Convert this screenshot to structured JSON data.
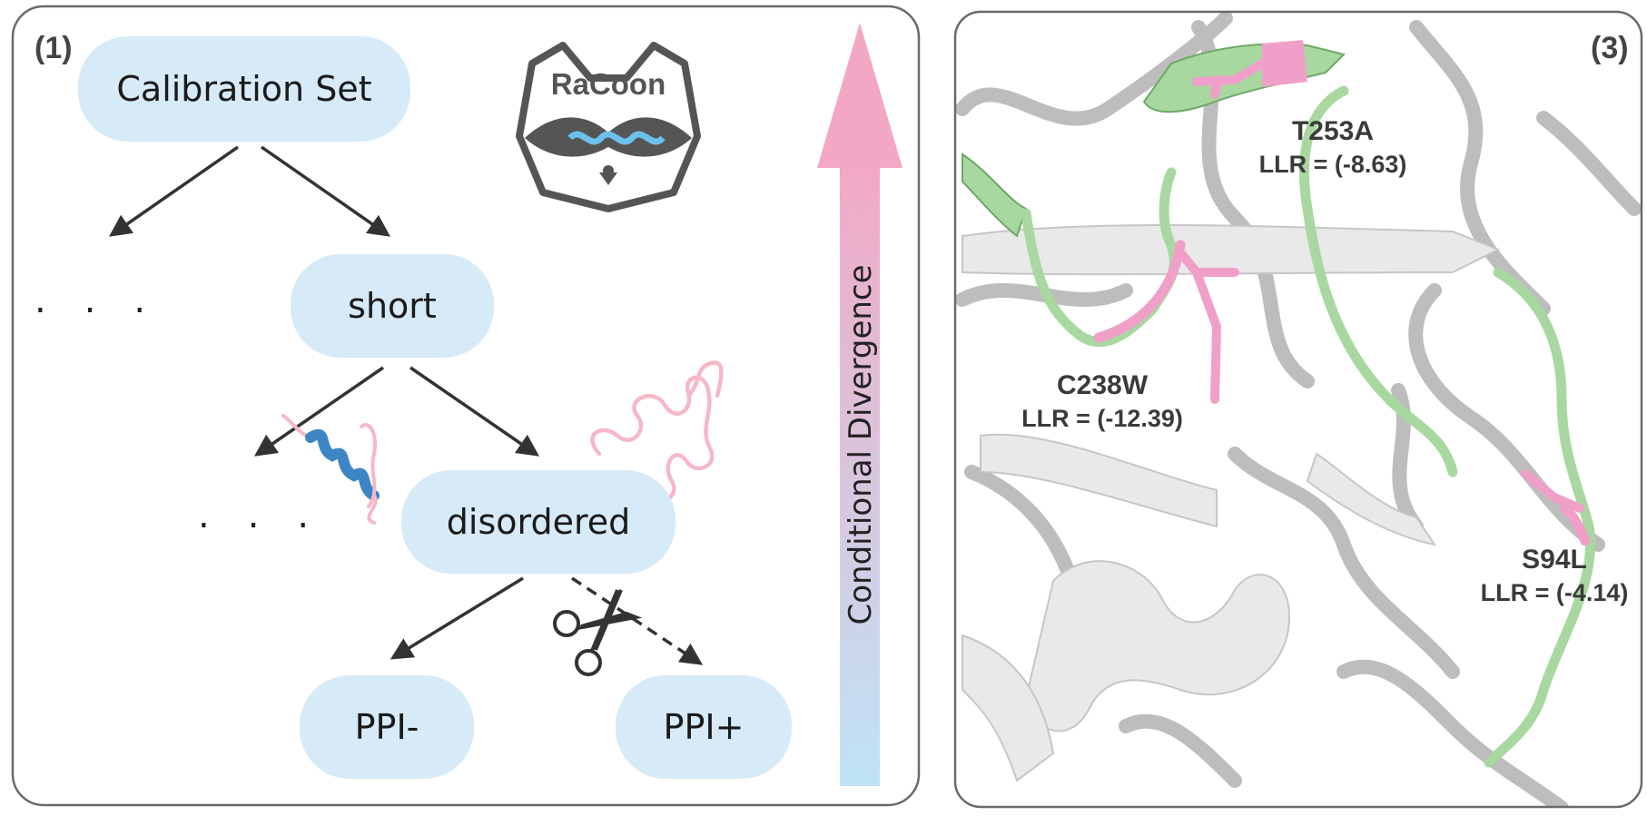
{
  "panel_left": {
    "label": "(1)",
    "nodes": {
      "calibration": "Calibration Set",
      "short": "short",
      "disordered": "disordered",
      "ppi_neg": "PPI-",
      "ppi_pos": "PPI+"
    },
    "ellipsis": "...",
    "logo_text": "RaCoon",
    "axis_label": "Conditional Divergence"
  },
  "panel_right": {
    "label": "(3)",
    "mutations": [
      {
        "name": "T253A",
        "llr": "LLR = (-8.63)"
      },
      {
        "name": "C238W",
        "llr": "LLR = (-12.39)"
      },
      {
        "name": "S94L",
        "llr": "LLR = (-4.14)"
      }
    ]
  },
  "colors": {
    "node_fill": "#d7eaf7",
    "arrow_gradient_top": "#f2a8c4",
    "arrow_gradient_bottom": "#bfe3f6",
    "mutation_highlight": "#f0a0c8",
    "loop_green": "#a8d8a0",
    "logo_gray": "#555555",
    "helix_blue": "#3d86c6"
  },
  "icons": [
    "raccoon-logo-icon",
    "scissors-icon",
    "helix-icon",
    "disordered-chain-icon"
  ]
}
